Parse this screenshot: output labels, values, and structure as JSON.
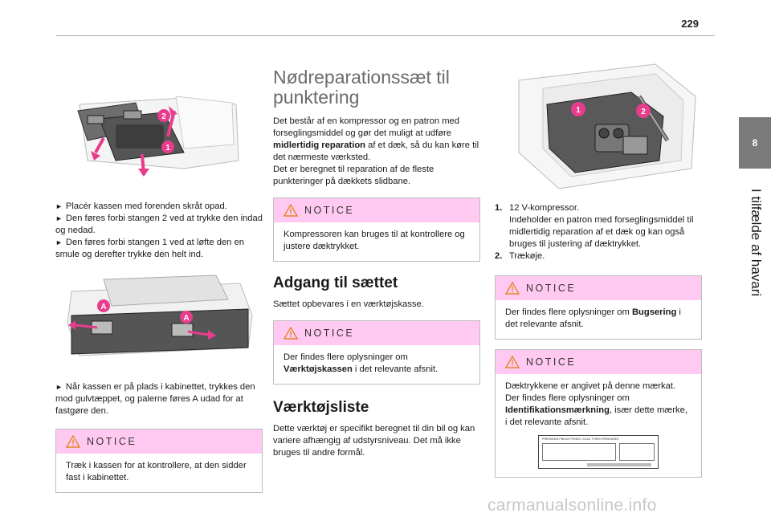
{
  "page_number": "229",
  "chapter": {
    "number": "8",
    "title": "I tilfælde af havari"
  },
  "col1": {
    "steps_1": [
      "Placér kassen med forenden skråt opad.",
      "Den føres forbi stangen 2 ved at trykke den indad og nedad.",
      "Den føres forbi stangen 1 ved at løfte den en smule og derefter trykke den helt ind."
    ],
    "step_2": "Når kassen er på plads i kabinettet, trykkes den mod gulvtæppet, og palerne føres A udad for at fastgøre den.",
    "notice": {
      "title": "NOTICE",
      "text": "Træk i kassen for at kontrollere, at den sidder fast i kabinettet."
    },
    "fig1_labels": [
      "1",
      "2"
    ],
    "fig2_labels": [
      "A",
      "A"
    ]
  },
  "col2": {
    "title": "Nødreparationssæt til punktering",
    "intro": "Det består af en kompressor og en patron med forseglingsmiddel og gør det muligt at udføre midlertidig reparation af et dæk, så du kan køre til det nærmeste værksted. Det er beregnet til reparation af de fleste punkteringer på dækkets slidbane.",
    "notice1": {
      "title": "NOTICE",
      "text": "Kompressoren kan bruges til at kontrollere og justere dæktrykket."
    },
    "section2_title": "Adgang til sættet",
    "section2_text": "Sættet opbevares i en værktøjskasse.",
    "notice2": {
      "title": "NOTICE",
      "text": "Der findes flere oplysninger om Værktøjskassen i det relevante afsnit."
    },
    "section3_title": "Værktøjsliste",
    "section3_text": "Dette værktøj er specifikt beregnet til din bil og kan variere afhængig af udstyrsniveau. Det må ikke bruges til andre formål."
  },
  "col3": {
    "fig_labels": [
      "1",
      "2"
    ],
    "list": [
      {
        "num": "1.",
        "line1": "12 V-kompressor.",
        "line2": "Indeholder en patron med forseglingsmiddel til midlertidig reparation af et dæk og kan også bruges til justering af dæktrykket."
      },
      {
        "num": "2.",
        "line1": "Trækøje.",
        "line2": ""
      }
    ],
    "notice1": {
      "title": "NOTICE",
      "text": "Der findes flere oplysninger om Bugsering i det relevante afsnit."
    },
    "notice2": {
      "title": "NOTICE",
      "text": "Dæktrykkene er angivet på denne mærkat. Der findes flere oplysninger om Identifikationsmærkning, især dette mærke, i det relevante afsnit."
    },
    "label_sticker_text": "PRESSIONS PNEUS FROIDS / COLD TYRES PRESSURES"
  },
  "watermark": "carmanualsonline.info",
  "colors": {
    "notice_bg": "#ffc9f1",
    "callout": "#e83c8c",
    "chapter_tab": "#7a7a7a"
  }
}
